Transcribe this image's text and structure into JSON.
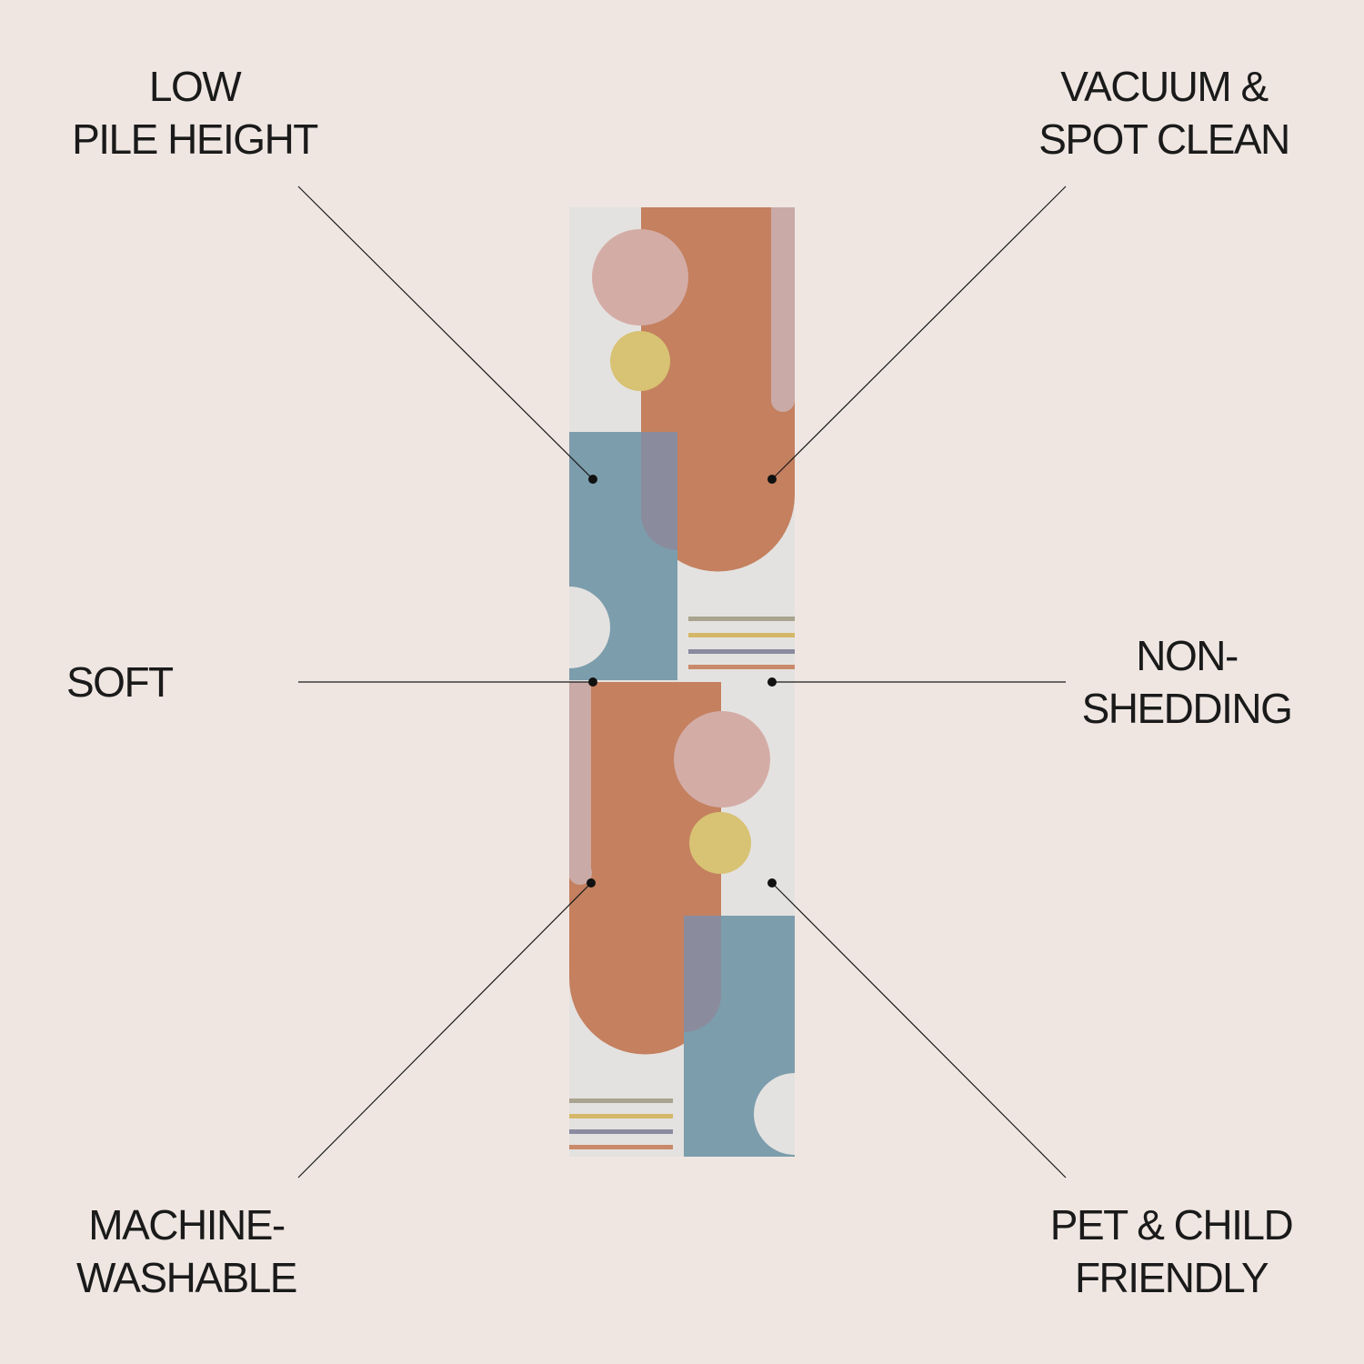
{
  "features": {
    "low_pile": [
      "LOW",
      "PILE HEIGHT"
    ],
    "vacuum": [
      "VACUUM &",
      "SPOT CLEAN"
    ],
    "soft": [
      "SOFT"
    ],
    "non_shedding": [
      "NON-",
      "SHEDDING"
    ],
    "machine_washable": [
      "MACHINE-",
      "WASHABLE"
    ],
    "pet_child": [
      "PET & CHILD",
      "FRIENDLY"
    ]
  },
  "colors": {
    "background": "#efe6e2",
    "rug_base": "#e4e2e0",
    "terracotta": "#c4805f",
    "blush": "#d4aca6",
    "mustard": "#d8c273",
    "blue": "#7c9dac",
    "slate": "#8a8c9d"
  }
}
